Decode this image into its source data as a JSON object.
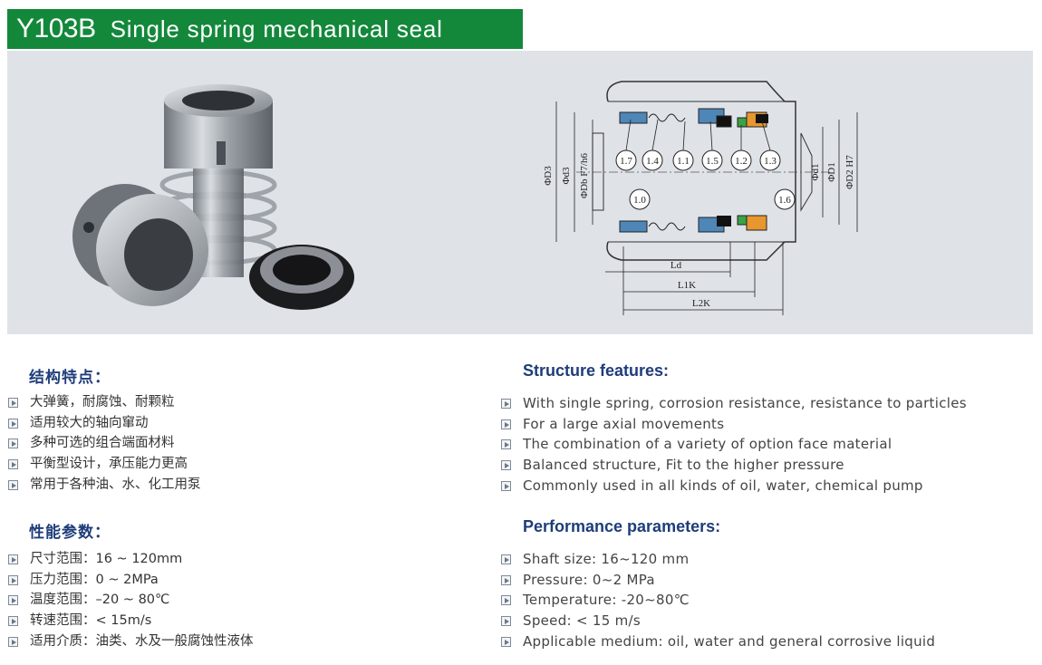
{
  "header": {
    "model": "Y103B",
    "title": "Single spring mechanical seal"
  },
  "drawing": {
    "left_dims": [
      "ΦD3",
      "Φd3",
      "ΦDb F7/h6"
    ],
    "right_dims": [
      "Φd1",
      "ΦD1",
      "ΦD2 H7"
    ],
    "top_parts": [
      "1.7",
      "1.4",
      "1.1",
      "1.5",
      "1.2",
      "1.3"
    ],
    "bottom_parts": [
      "1.0",
      "1.6"
    ],
    "lengths": [
      "Ld",
      "L1K",
      "L2K"
    ],
    "colors": {
      "blue": "#4f86b8",
      "orange": "#e8962e",
      "green": "#3aa343",
      "black": "#111111"
    }
  },
  "cn": {
    "structure_title": "结构特点：",
    "structure_items": [
      "大弹簧，耐腐蚀、耐颗粒",
      "适用较大的轴向窜动",
      "多种可选的组合端面材料",
      "平衡型设计，承压能力更高",
      "常用于各种油、水、化工用泵"
    ],
    "performance_title": "性能参数：",
    "performance_items": [
      "尺寸范围：16 ~ 120mm",
      "压力范围：0 ~ 2MPa",
      "温度范围：–20 ~ 80℃",
      "转速范围：< 15m/s",
      "适用介质：油类、水及一般腐蚀性液体"
    ]
  },
  "en": {
    "structure_title": "Structure features:",
    "structure_items": [
      "With single spring, corrosion resistance, resistance to particles",
      "For a large axial movements",
      "The combination of a variety of option face material",
      "Balanced structure, Fit to the higher pressure",
      "Commonly used in all kinds of oil, water, chemical pump"
    ],
    "performance_title": "Performance parameters:",
    "performance_items": [
      "Shaft size: 16~120 mm",
      "Pressure: 0~2 MPa",
      "Temperature: -20~80℃",
      "Speed: < 15 m/s",
      "Applicable medium: oil, water and general corrosive liquid"
    ]
  }
}
